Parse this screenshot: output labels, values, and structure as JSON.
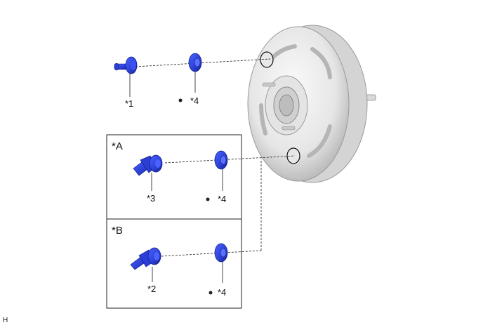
{
  "figure_code": "H",
  "parts": [
    {
      "id": "part-1",
      "label": "*1",
      "required_new": false
    },
    {
      "id": "part-4-top",
      "label": "*4",
      "required_new": true
    },
    {
      "id": "part-3",
      "label": "*3",
      "required_new": false
    },
    {
      "id": "part-4-a",
      "label": "*4",
      "required_new": true
    },
    {
      "id": "part-2",
      "label": "*2",
      "required_new": false
    },
    {
      "id": "part-4-b",
      "label": "*4",
      "required_new": true
    }
  ],
  "boxes": [
    {
      "id": "box-a",
      "label": "*A"
    },
    {
      "id": "box-b",
      "label": "*B"
    }
  ],
  "colors": {
    "part_blue": "#2b3fd6",
    "part_dark": "#16208a",
    "booster_light": "#f0f0f0",
    "booster_shade": "#c9c9c9",
    "line": "#333333"
  }
}
